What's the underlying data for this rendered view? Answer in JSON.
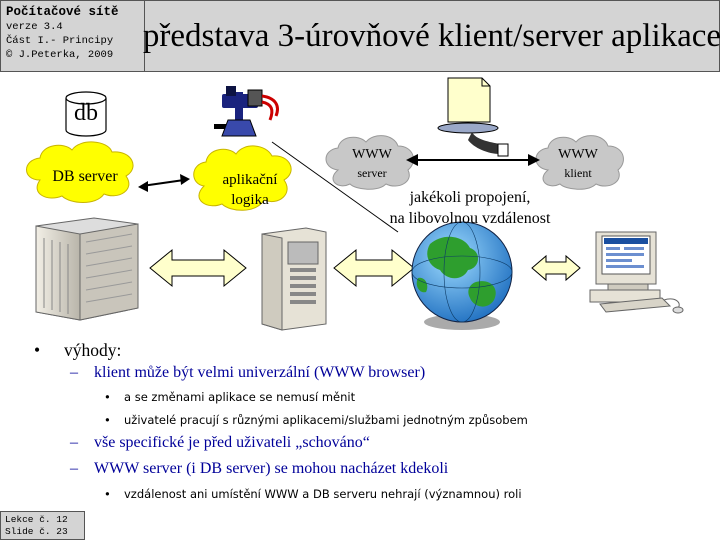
{
  "header": {
    "course": "Počítačové sítě",
    "version": "verze 3.4",
    "part": "Část I.- Principy",
    "author": "© J.Peterka, 2009",
    "title": "představa 3-úrovňové klient/server aplikace"
  },
  "diagram": {
    "db_label": "db",
    "db_server_label": "DB server",
    "app_logic_line1": "aplikační",
    "app_logic_line2": "logika",
    "www_server_line1": "WWW",
    "www_server_line2": "server",
    "www_client_line1": "WWW",
    "www_client_line2": "klient",
    "connection_line1": "jakékoli propojení,",
    "connection_line2": "na libovolnou vzdálenost",
    "colors": {
      "cloud": "#ffff00",
      "cloud_gray": "#c8c8c8",
      "arrow_fill": "#ffffcc",
      "globe_land": "#2e9e2e",
      "globe_sea": "#3aa0e8"
    }
  },
  "content": {
    "heading": "výhody:",
    "items": [
      {
        "text": "klient může být velmi univerzální (WWW browser)"
      },
      {
        "text": "a se změnami aplikace se nemusí měnit"
      },
      {
        "text": "uživatelé pracují  s různými aplikacemi/službami  jednotným způsobem"
      },
      {
        "text": "vše specifické je před uživateli „schováno“"
      },
      {
        "text": "WWW server (i DB server) se mohou nacházet kdekoli"
      },
      {
        "text": "vzdálenost ani umístění  WWW a DB serveru nehrají (významnou) roli"
      }
    ]
  },
  "footer": {
    "lesson": "Lekce č. 12",
    "slide": "Slide č. 23"
  }
}
